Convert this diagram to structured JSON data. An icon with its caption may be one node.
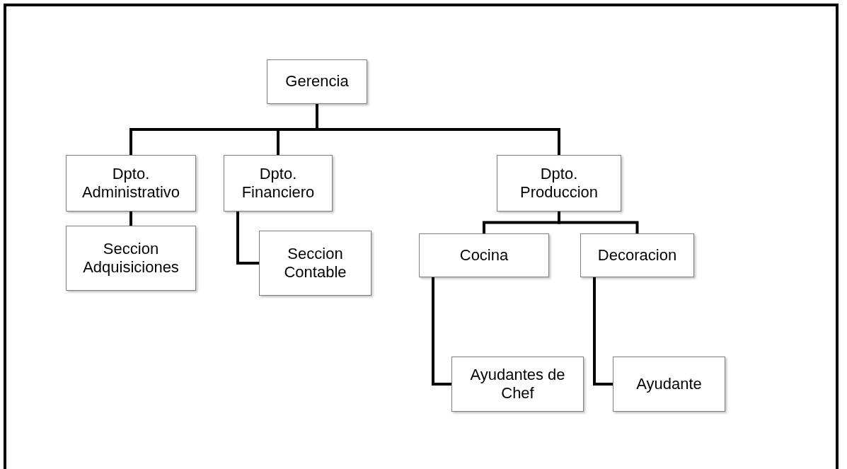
{
  "diagram": {
    "nodes": [
      {
        "text": [
          "Gerencia"
        ]
      },
      {
        "text": [
          "Dpto. Administrativo"
        ]
      },
      {
        "text": [
          "Dpto. Financiero"
        ]
      },
      {
        "text": [
          "Dpto. Produccion"
        ]
      },
      {
        "text": [
          "Seccion Adquisiciones"
        ]
      },
      {
        "text": [
          "Seccion Contable"
        ]
      },
      {
        "text": [
          "Cocina"
        ]
      },
      {
        "text": [
          "Decoracion"
        ]
      },
      {
        "text": [
          "Ayudantes de Chef"
        ]
      },
      {
        "text": [
          "Ayudante"
        ]
      }
    ],
    "edges": [
      {
        "from": 0,
        "to": 1,
        "arrow": "none"
      },
      {
        "from": 0,
        "to": 2,
        "arrow": "none"
      },
      {
        "from": 0,
        "to": 3,
        "arrow": "none"
      },
      {
        "from": 1,
        "to": 4,
        "arrow": "none"
      },
      {
        "from": 2,
        "to": 5,
        "arrow": "none"
      },
      {
        "from": 3,
        "to": 6,
        "arrow": "none"
      },
      {
        "from": 3,
        "to": 7,
        "arrow": "none"
      },
      {
        "from": 6,
        "to": 8,
        "arrow": "none"
      },
      {
        "from": 7,
        "to": 9,
        "arrow": "none"
      }
    ]
  }
}
